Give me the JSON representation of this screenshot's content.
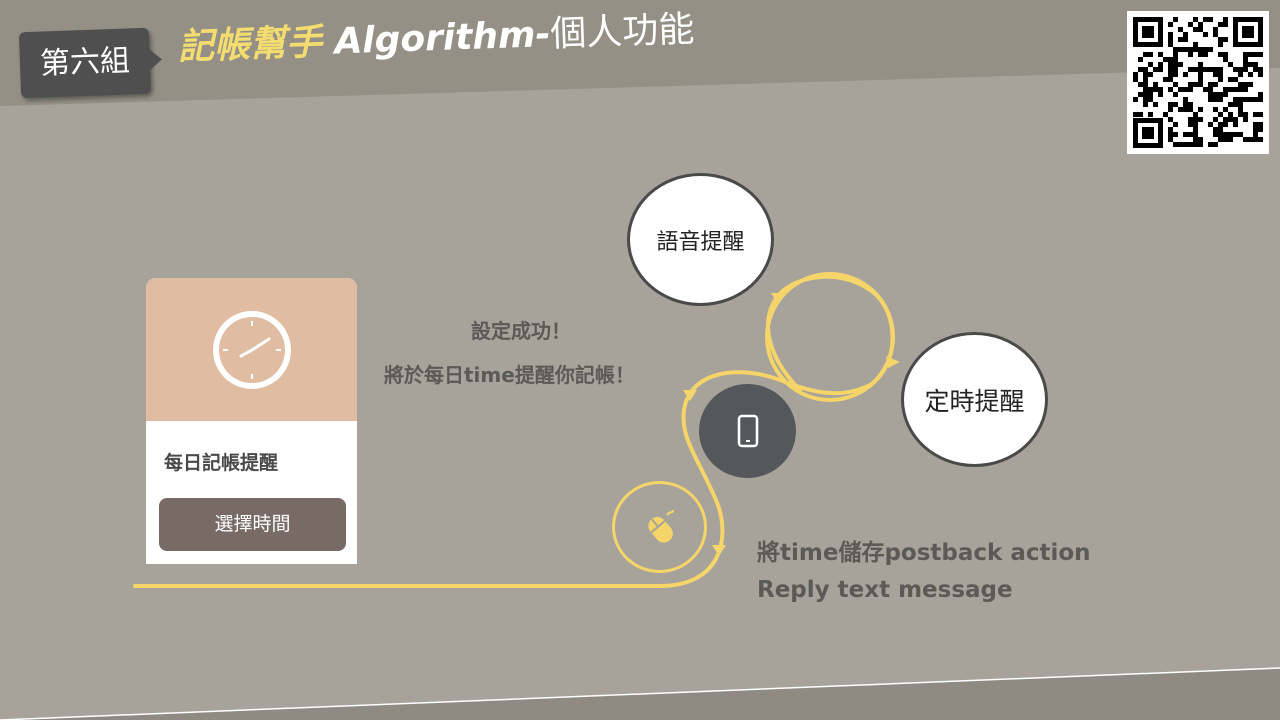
{
  "header": {
    "group_label": "第六組",
    "title_part1": "記帳幫手",
    "title_part2": " Algorithm-",
    "title_part3": "個人功能"
  },
  "card": {
    "title": "每日記帳提醒",
    "button_label": "選擇時間"
  },
  "messages": {
    "success_line1": "設定成功！",
    "success_line2": "將於每日time提醒你記帳！"
  },
  "circles": {
    "voice_label": "語音提醒",
    "timer_label": "定時提醒"
  },
  "footer_notes": {
    "line1": "將time儲存postback action",
    "line2": "Reply text message"
  },
  "colors": {
    "background": "#a7a39b",
    "accent_yellow": "#f5d56a",
    "card_header": "#dfbca2",
    "button": "#786b65"
  },
  "icons": {
    "clock": "clock-icon",
    "phone": "smartphone-icon",
    "mouse": "mouse-icon",
    "qr": "qr-code"
  }
}
